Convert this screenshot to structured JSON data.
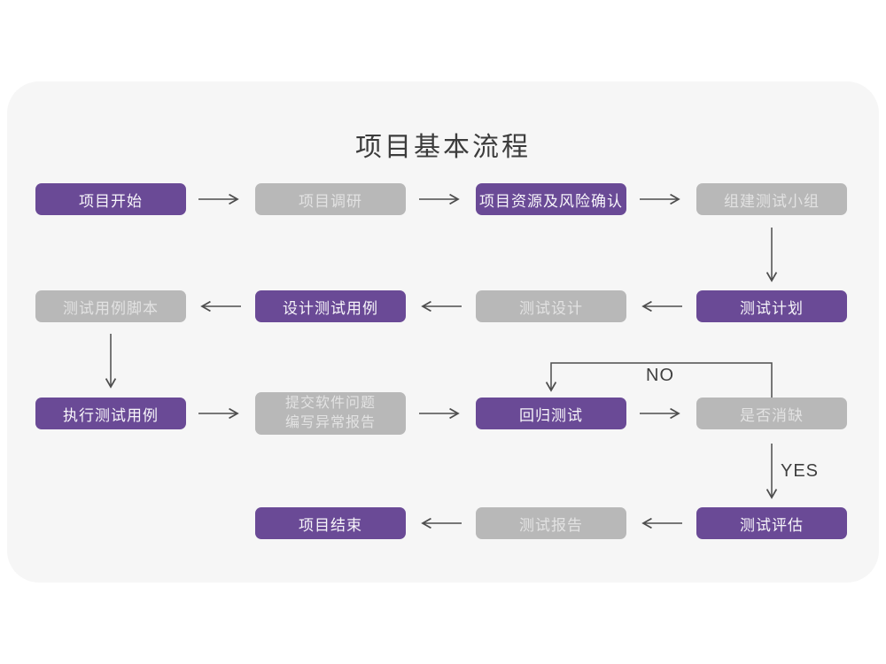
{
  "title": "项目基本流程",
  "colors": {
    "page_background": "#ffffff",
    "card_background": "#f6f6f6",
    "node_purple": "#6a4a96",
    "node_gray": "#b8b8b8",
    "node_text_on_purple": "#f7f5fa",
    "node_text_on_gray": "#e2e2e2",
    "arrow": "#4d4d4d",
    "title_text": "#3c3c3c"
  },
  "flow": {
    "nodes": [
      {
        "id": "project-start",
        "label": "项目开始",
        "variant": "purple"
      },
      {
        "id": "project-research",
        "label": "项目调研",
        "variant": "gray"
      },
      {
        "id": "resources-risk",
        "label": "项目资源及风险确认",
        "variant": "purple"
      },
      {
        "id": "build-test-team",
        "label": "组建测试小组",
        "variant": "gray"
      },
      {
        "id": "test-plan",
        "label": "测试计划",
        "variant": "purple"
      },
      {
        "id": "test-design",
        "label": "测试设计",
        "variant": "gray"
      },
      {
        "id": "design-test-cases",
        "label": "设计测试用例",
        "variant": "purple"
      },
      {
        "id": "test-case-scripts",
        "label": "测试用例脚本",
        "variant": "gray"
      },
      {
        "id": "execute-test-cases",
        "label": "执行测试用例",
        "variant": "purple"
      },
      {
        "id": "submit-issues",
        "label": "提交软件问题\n编写异常报告",
        "variant": "gray"
      },
      {
        "id": "regression-test",
        "label": "回归测试",
        "variant": "purple"
      },
      {
        "id": "defect-cleared",
        "label": "是否消缺",
        "variant": "gray"
      },
      {
        "id": "test-evaluation",
        "label": "测试评估",
        "variant": "purple"
      },
      {
        "id": "test-report",
        "label": "测试报告",
        "variant": "gray"
      },
      {
        "id": "project-end",
        "label": "项目结束",
        "variant": "purple"
      }
    ],
    "edge_labels": {
      "no": "NO",
      "yes": "YES"
    }
  }
}
